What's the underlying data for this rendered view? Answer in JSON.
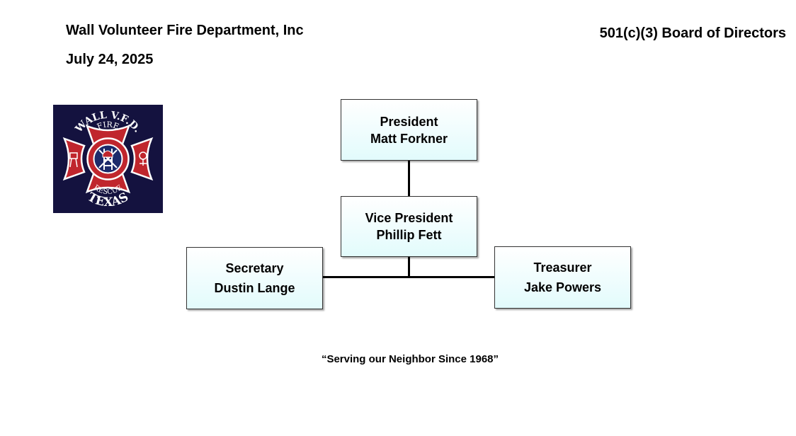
{
  "header": {
    "organization": "Wall Volunteer Fire Department, Inc",
    "date": "July 24, 2025",
    "title": "501(c)(3) Board of Directors"
  },
  "logo": {
    "top_text": "WALL V.F.D.",
    "fire_text": "FIRE",
    "rescue_text": "RESCUE",
    "bottom_text": "TEXAS",
    "colors": {
      "background": "#14123f",
      "cross": "#c0262d",
      "ring": "#1d2b6b",
      "outline": "#ffffff"
    }
  },
  "org_chart": {
    "president": {
      "role": "President",
      "name": "Matt Forkner"
    },
    "vice_president": {
      "role": "Vice President",
      "name": "Phillip Fett"
    },
    "secretary": {
      "role": "Secretary",
      "name": "Dustin Lange"
    },
    "treasurer": {
      "role": "Treasurer",
      "name": "Jake Powers"
    }
  },
  "tagline": "“Serving our Neighbor Since 1968”",
  "colors": {
    "box_fill_bottom": "#e2fbfc",
    "box_border": "#333333",
    "connector": "#000000"
  }
}
